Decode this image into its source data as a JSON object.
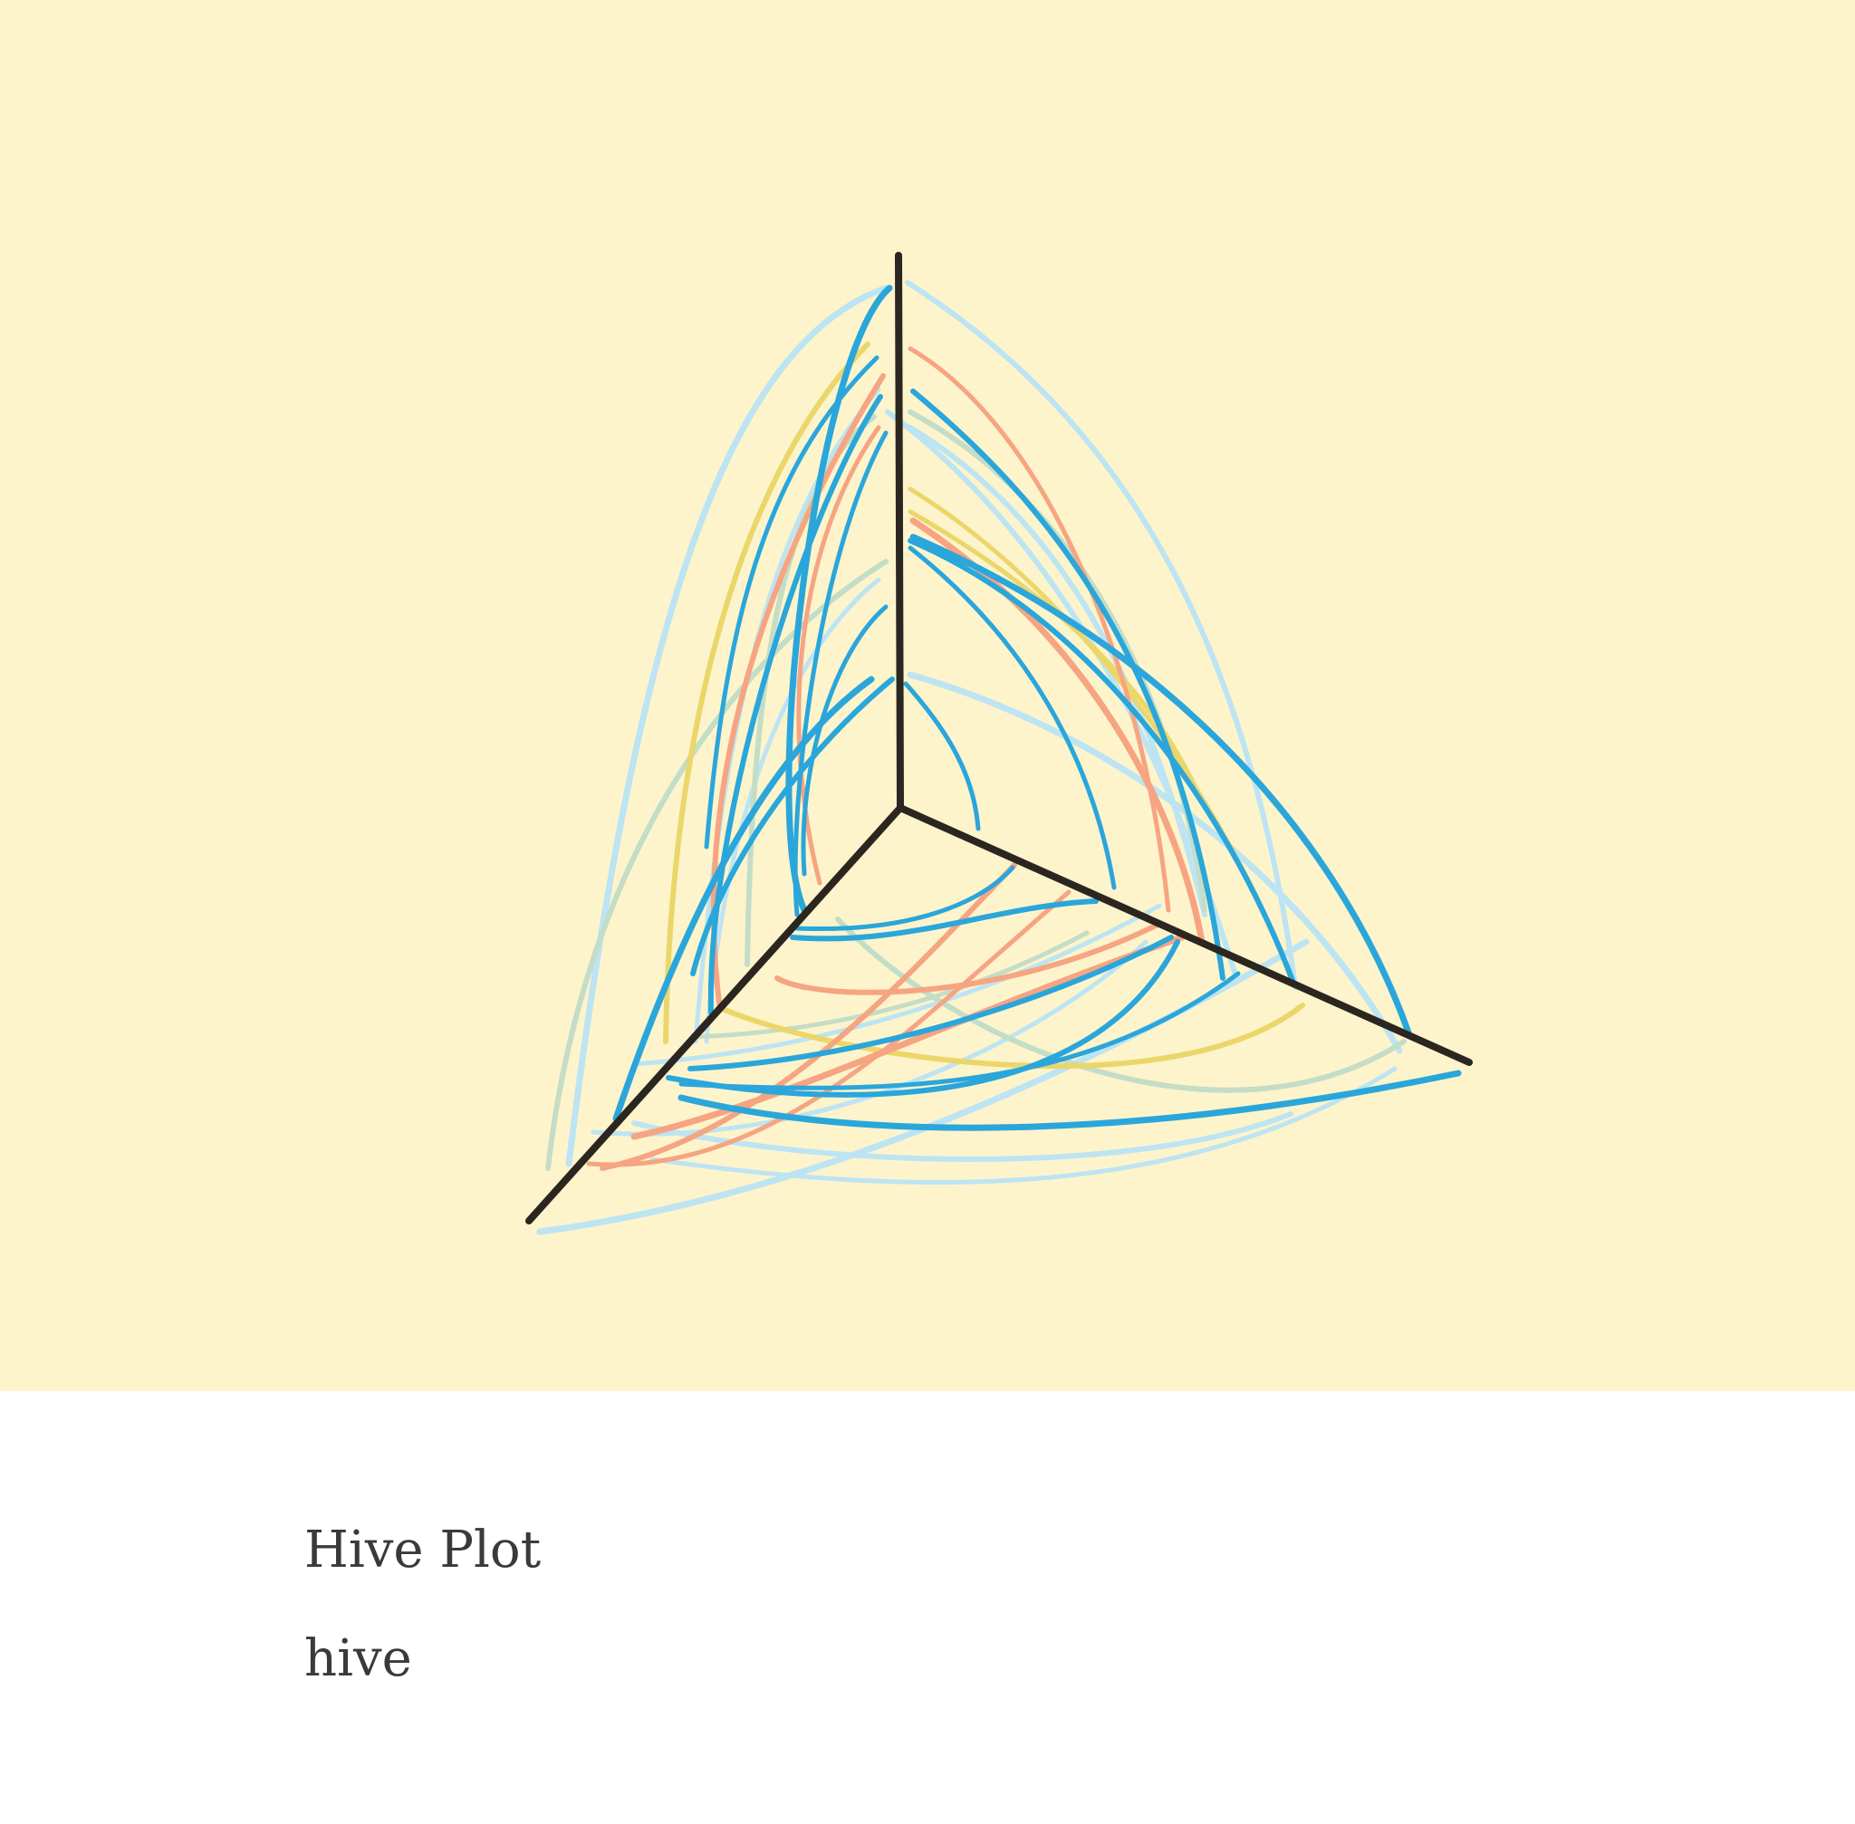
{
  "figure": {
    "kind": "hive-plot",
    "background": "#fdf4cc",
    "axis_color": "#2b2620",
    "link_colors": {
      "deep": "#2aa6db",
      "light": "#bde4f2",
      "salmon": "#f6a481",
      "yellow": "#ebd66a",
      "sage": "#c3ddc7"
    },
    "axes": [
      "vertical",
      "lower-left",
      "lower-right"
    ]
  },
  "caption": {
    "title": "Hive Plot",
    "subtitle": "hive"
  }
}
